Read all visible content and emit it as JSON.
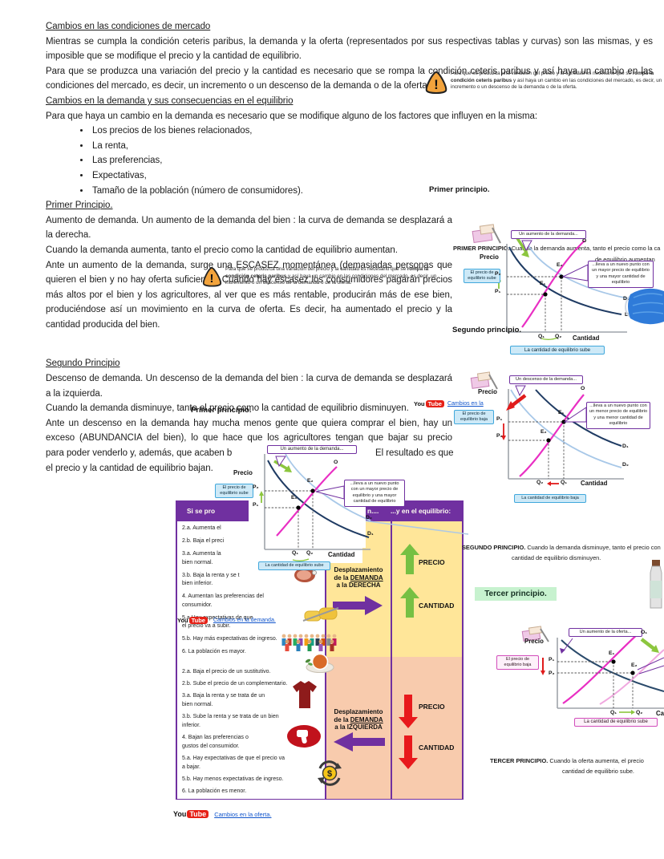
{
  "doc": {
    "h1": "Cambios en las condiciones de mercado",
    "p1": "Mientras se cumpla la condición ceteris paribus, la demanda y la oferta (representados por sus respectivas tablas y curvas) son las mismas, y es imposible que se modifique el precio y la cantidad de equilibrio.",
    "p2": "Para que se produzca una variación del precio y la cantidad es necesario que se rompa la condición ceteris paribus y así haya un cambio en las condiciones del mercado, es decir, un incremento o un descenso de la demanda o de la oferta.",
    "h2": "Cambios en la demanda y sus consecuencias en el equilibrio",
    "p3": "Para que haya un cambio en la demanda es necesario que se modifique alguno de los factores que influyen en la misma:",
    "bullets": [
      "Los precios de los bienes relacionados,",
      "La renta,",
      "Las preferencias,",
      "Expectativas,",
      "Tamaño de la población (número de consumidores)."
    ],
    "h3": "Primer Principio.",
    "p4": "Aumento de demanda. Un aumento de la demanda del bien : la curva de demanda se desplazará a la derecha.",
    "p5": "Cuando la demanda aumenta, tanto el precio como la cantidad de equilibrio aumentan.",
    "p6": "Ante un aumento de la demanda, surge una ESCASEZ momentánea (demasiadas personas que quieren el bien y no hay oferta suficiente). Cuando hay escasez los consumidores pagarán precios más altos por el bien y los agricultores, al ver que es más rentable, producirán más de ese bien, produciéndose así un movimiento en la curva de oferta. Es decir, ha aumentado el precio y la cantidad producida del bien.",
    "h4": "Segundo Principio",
    "p7": "Descenso de demanda. Un descenso de la demanda del bien : la curva de demanda se desplazará a la izquierda.",
    "p8": "Cuando la demanda disminuye, tanto el precio como la cantidad de equilibrio disminuyen.",
    "p9l1": "Ante un descenso en la demanda hay mucha menos gente que quiera comprar el bien, hay un",
    "p9l2": "exceso (ABUNDANCIA del bien), lo que hace que los agricultores tengan que bajar su precio",
    "p9l3a": "para poder venderlo y, además, que acaben b",
    "p9l3b": "El resultado es que",
    "p9l4": "el precio y la cantidad de equilibrio bajan."
  },
  "popup": {
    "pre": "Para que se produzca una variación del precio y la cantidad es necesario que se",
    "bold": "rompa la condición ceteris paribus",
    "post": "y así haya un cambio en las condiciones del mercado, es decir, un incremento o un descenso de la demanda o de la oferta."
  },
  "labels": {
    "primer": "Primer principio.",
    "primer_overlay": "Primer principio.",
    "segundo": "Segundo principio.",
    "tercer": "Tercer principio."
  },
  "captions": {
    "primer_bold": "PRIMER PRINCIPIO.",
    "primer_rest": "Cuando la demanda aumenta, tanto el precio como la ca",
    "primer_line2": "de equilibrio aumentan",
    "segundo_bold": "SEGUNDO PRINCIPIO.",
    "segundo_rest": "Cuando la demanda disminuye, tanto el precio con",
    "segundo_line2": "cantidad de equilibrio disminuyen.",
    "tercer_bold": "TERCER PRINCIPIO.",
    "tercer_rest": "Cuando la oferta aumenta, el precio",
    "tercer_line2": "cantidad de equilibrio sube."
  },
  "chart1": {
    "bubble_shift": "Un aumento de la demanda...",
    "bubble_new": "...lleva a un nuevo punto con un mayor precio de equilibrio y una mayor cantidad de equilibrio",
    "box_price": "El precio de equilibrio sube",
    "box_qty": "La cantidad de equilibrio sube",
    "precio": "Precio",
    "cantidad": "Cantidad",
    "o": "O",
    "d1": "D₁",
    "d2": "D₂",
    "e1": "E₁",
    "e2": "E₂",
    "p1": "P₁",
    "p2": "P₂",
    "q1": "Q₁",
    "q2": "Q₂"
  },
  "chart2": {
    "bubble_shift": "Un descenso de la demanda...",
    "bubble_new": "...lleva a un nuevo punto con un menor precio de equilibrio y una menor cantidad de equilibrio",
    "box_price": "El precio de equilibrio baja",
    "box_qty": "La cantidad de equilibrio baja",
    "precio": "Precio",
    "cantidad": "Cantidad",
    "o": "O",
    "d1": "D₁",
    "d2": "D₂",
    "e1": "E₁",
    "e2": "E₂",
    "p1": "P₁",
    "p2": "P₂",
    "q1": "Q₁",
    "q2": "Q₂"
  },
  "chart3": {
    "bubble_shift": "Un aumento de la oferta...",
    "box_price": "El precio de equilibrio baja",
    "box_qty": "La cantidad de equilibrio sube",
    "precio": "Precio",
    "cantidad": "Ca",
    "o1": "O₁",
    "e1": "E₁",
    "e2": "E₂",
    "p1": "P₁",
    "p2": "P₂",
    "q1": "Q₁",
    "q2": "Q₂"
  },
  "table": {
    "header_left": "Si se pro",
    "header_mid": "n....",
    "header_right": "...y en el equilibrio:",
    "up_items": [
      "2.a. Aumenta el",
      "2.b. Baja el preci",
      "3.a. Aumenta la\nbien normal.",
      "3.b. Baja la renta y se t\nbien inferior.",
      "4. Aumentan las preferencias del\nconsumidor.",
      "5.a Hay expectativas de que\nel precio va a subir.",
      "5.b. Hay más expectativas de ingreso.",
      "6. La población es mayor."
    ],
    "down_items": [
      "2.a. Baja el precio de un sustitutivo.",
      "2.b. Sube el precio de un complementario.",
      "3.a. Baja la renta y se trata de un\nbien normal.",
      "3.b. Sube la renta y se trata de un bien\ninferior.",
      "4. Bajan las preferencias o\ngustos del consumidor.",
      "5.a. Hay expectativas de que el precio va\na bajar.",
      "5.b. Hay menos expectativas de ingreso.",
      "6. La población es menor."
    ],
    "shift_right_l1": "Desplazamiento",
    "shift_right_l2pre": "de la ",
    "shift_right_l2u": "DEMANDA",
    "shift_right_l3": "a la DERECHA",
    "shift_left_l1": "Desplazamiento",
    "shift_left_l2pre": "de la ",
    "shift_left_l2u": "DEMANDA",
    "shift_left_l3": "a la IZQUIERDA",
    "precio": "PRECIO",
    "cantidad": "CANTIDAD"
  },
  "youtube": {
    "you": "You",
    "tube": "Tube",
    "link_demanda": "Cambios en la demanda.",
    "link_oferta": "Cambios en la oferta.",
    "link_en_la": "Cambios en la"
  },
  "palette": {
    "purple": "#7030A0",
    "yellow_cell": "#FFE699",
    "salmon_cell": "#F8CBAD",
    "green_arrow": "#76C043",
    "red_arrow": "#E8191C",
    "mint": "#C7F2CF",
    "blue_callout_bg": "#CDE9F7",
    "blue_callout_border": "#41A8DC",
    "pink_border": "#D24DBB",
    "link_blue": "#1155CC",
    "youtube_red": "#E62117",
    "demand1": "#1F3B63",
    "demand2": "#A8C8E8",
    "supply": "#E92FC3"
  }
}
